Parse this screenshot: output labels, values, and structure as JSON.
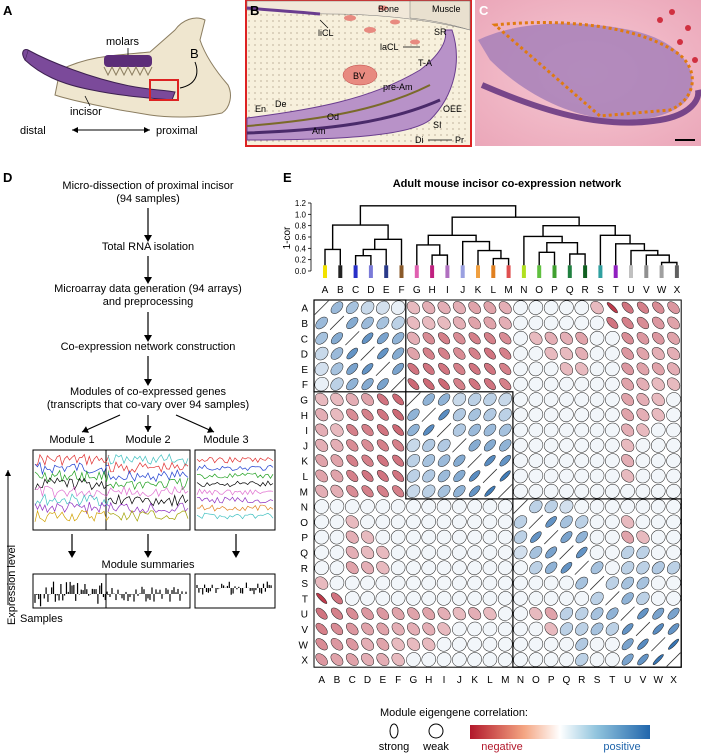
{
  "panels": {
    "a": {
      "letter": "A",
      "molars": "molars",
      "incisor": "incisor",
      "callout": "B",
      "distal": "distal",
      "proximal": "proximal"
    },
    "b": {
      "letter": "B",
      "labels": {
        "bone": "Bone",
        "muscle": "Muscle",
        "licl": "liCL",
        "lacl": "laCL",
        "sr": "SR",
        "ta": "T-A",
        "bv": "BV",
        "pream": "pre-Am",
        "en": "En",
        "de": "De",
        "od": "Od",
        "oee": "OEE",
        "am": "Am",
        "si": "SI",
        "di": "Di",
        "pr": "Pr"
      }
    },
    "c": {
      "letter": "C"
    },
    "d": {
      "letter": "D",
      "steps": {
        "s1a": "Micro-dissection of proximal incisor",
        "s1b": "(94 samples)",
        "s2": "Total RNA isolation",
        "s3a": "Microarray data generation (94 arrays)",
        "s3b": "and preprocessing",
        "s4": "Co-expression network construction",
        "s5a": "Modules of co-expressed genes",
        "s5b": "(transcripts that co-vary over 94 samples)"
      },
      "modules": [
        "Module 1",
        "Module 2",
        "Module 3"
      ],
      "summaries": "Module summaries",
      "ylabel": "Expression level",
      "xlabel": "Samples"
    },
    "e": {
      "letter": "E",
      "legend_title": "Module eigengene correlation:",
      "legend_strong": "strong",
      "legend_weak": "weak",
      "legend_negative": "negative",
      "legend_positive": "positive"
    }
  },
  "colors": {
    "negative": "#b2182b",
    "positive": "#2166ac",
    "incisor_purple": "#6a3d8f",
    "tissue_pink": "#e9a8b8",
    "orange_outline": "#e07a10"
  },
  "chart_data": [
    {
      "type": "dendrogram",
      "title": "Adult mouse incisor co-expression network",
      "ylabel": "1-cor",
      "ylim": [
        0,
        1.2
      ],
      "yticks": [
        "0.0",
        "0.2",
        "0.4",
        "0.6",
        "0.8",
        "1.0",
        "1.2"
      ],
      "leaves": [
        "A",
        "B",
        "C",
        "D",
        "E",
        "F",
        "G",
        "H",
        "I",
        "J",
        "K",
        "L",
        "M",
        "N",
        "O",
        "P",
        "Q",
        "R",
        "S",
        "T",
        "U",
        "V",
        "W",
        "X"
      ],
      "leaf_colors": [
        "#f2e200",
        "#222222",
        "#2830c8",
        "#7a7ad8",
        "#2a3a8a",
        "#8a5a2a",
        "#e060b0",
        "#c02080",
        "#b070c0",
        "#9aa0e0",
        "#f0a040",
        "#e08020",
        "#e05050",
        "#b0e020",
        "#60c040",
        "#40a030",
        "#208040",
        "#106020",
        "#30a0a0",
        "#9020c0",
        "#c0c0c0",
        "#909090",
        "#a0a0a0",
        "#606060"
      ],
      "merges": [
        {
          "a": "A",
          "b": "B",
          "h": 0.38
        },
        {
          "a": "C",
          "b": "D",
          "h": 0.27
        },
        {
          "a": "C-D",
          "b": "E",
          "h": 0.38
        },
        {
          "a": "C-E",
          "b": "F",
          "h": 0.56
        },
        {
          "a": "A-B",
          "b": "C-F",
          "h": 0.81
        },
        {
          "a": "H",
          "b": "I",
          "h": 0.28
        },
        {
          "a": "G",
          "b": "H-I",
          "h": 0.46
        },
        {
          "a": "L",
          "b": "M",
          "h": 0.22
        },
        {
          "a": "K",
          "b": "L-M",
          "h": 0.36
        },
        {
          "a": "J",
          "b": "K-M",
          "h": 0.52
        },
        {
          "a": "G-I",
          "b": "J-M",
          "h": 0.63
        },
        {
          "a": "O",
          "b": "P",
          "h": 0.33
        },
        {
          "a": "Q",
          "b": "R",
          "h": 0.3
        },
        {
          "a": "O-P",
          "b": "Q-R",
          "h": 0.5
        },
        {
          "a": "N",
          "b": "O-R",
          "h": 0.61
        },
        {
          "a": "W",
          "b": "X",
          "h": 0.15
        },
        {
          "a": "V",
          "b": "W-X",
          "h": 0.28
        },
        {
          "a": "U",
          "b": "V-X",
          "h": 0.36
        },
        {
          "a": "T",
          "b": "U-X",
          "h": 0.48
        },
        {
          "a": "S",
          "b": "T-X",
          "h": 0.63
        },
        {
          "a": "N-R",
          "b": "S-X",
          "h": 0.8
        },
        {
          "a": "G-M",
          "b": "N-X",
          "h": 0.95
        },
        {
          "a": "A-F",
          "b": "G-X",
          "h": 1.15
        }
      ]
    },
    {
      "type": "heatmap",
      "rows": [
        "A",
        "B",
        "C",
        "D",
        "E",
        "F",
        "G",
        "H",
        "I",
        "J",
        "K",
        "L",
        "M",
        "N",
        "O",
        "P",
        "Q",
        "R",
        "S",
        "T",
        "U",
        "V",
        "W",
        "X"
      ],
      "cols": [
        "A",
        "B",
        "C",
        "D",
        "E",
        "F",
        "G",
        "H",
        "I",
        "J",
        "K",
        "L",
        "M",
        "N",
        "O",
        "P",
        "Q",
        "R",
        "S",
        "T",
        "U",
        "V",
        "W",
        "X"
      ],
      "blocks": [
        [
          0,
          5
        ],
        [
          6,
          12
        ],
        [
          13,
          23
        ]
      ],
      "pos_pairs": [
        [
          0,
          1,
          0.45
        ],
        [
          0,
          2,
          0.4
        ],
        [
          0,
          3,
          0.25
        ],
        [
          0,
          4,
          0.2
        ],
        [
          0,
          5,
          0.1
        ],
        [
          1,
          2,
          0.55
        ],
        [
          1,
          3,
          0.45
        ],
        [
          1,
          4,
          0.4
        ],
        [
          1,
          5,
          0.3
        ],
        [
          2,
          3,
          0.7
        ],
        [
          2,
          4,
          0.6
        ],
        [
          2,
          5,
          0.5
        ],
        [
          3,
          4,
          0.7
        ],
        [
          3,
          5,
          0.55
        ],
        [
          4,
          5,
          0.6
        ],
        [
          6,
          7,
          0.5
        ],
        [
          6,
          8,
          0.5
        ],
        [
          6,
          9,
          0.25
        ],
        [
          6,
          10,
          0.3
        ],
        [
          6,
          11,
          0.3
        ],
        [
          6,
          12,
          0.25
        ],
        [
          7,
          8,
          0.75
        ],
        [
          7,
          9,
          0.35
        ],
        [
          7,
          10,
          0.4
        ],
        [
          7,
          11,
          0.35
        ],
        [
          7,
          12,
          0.3
        ],
        [
          8,
          9,
          0.35
        ],
        [
          8,
          10,
          0.45
        ],
        [
          8,
          11,
          0.45
        ],
        [
          8,
          12,
          0.4
        ],
        [
          9,
          10,
          0.55
        ],
        [
          9,
          11,
          0.55
        ],
        [
          9,
          12,
          0.5
        ],
        [
          10,
          11,
          0.75
        ],
        [
          10,
          12,
          0.7
        ],
        [
          11,
          12,
          0.85
        ],
        [
          14,
          15,
          0.7
        ],
        [
          15,
          16,
          0.6
        ],
        [
          16,
          17,
          0.7
        ],
        [
          14,
          16,
          0.4
        ],
        [
          14,
          17,
          0.3
        ],
        [
          15,
          17,
          0.5
        ],
        [
          13,
          14,
          0.3
        ],
        [
          13,
          15,
          0.3
        ],
        [
          13,
          16,
          0.2
        ],
        [
          17,
          18,
          0.4
        ],
        [
          18,
          19,
          0.3
        ],
        [
          18,
          20,
          0.4
        ],
        [
          18,
          21,
          0.4
        ],
        [
          19,
          20,
          0.5
        ],
        [
          19,
          21,
          0.3
        ],
        [
          20,
          21,
          0.7
        ],
        [
          20,
          22,
          0.6
        ],
        [
          20,
          23,
          0.6
        ],
        [
          21,
          22,
          0.75
        ],
        [
          21,
          23,
          0.7
        ],
        [
          22,
          23,
          0.9
        ],
        [
          16,
          20,
          0.3
        ],
        [
          16,
          21,
          0.3
        ],
        [
          17,
          20,
          0.3
        ],
        [
          17,
          21,
          0.3
        ],
        [
          17,
          22,
          0.35
        ],
        [
          17,
          23,
          0.3
        ]
      ],
      "neg_pairs": [
        [
          0,
          19,
          -0.85
        ],
        [
          1,
          19,
          -0.6
        ],
        [
          0,
          18,
          -0.3
        ],
        [
          0,
          20,
          -0.6
        ],
        [
          0,
          21,
          -0.55
        ],
        [
          0,
          22,
          -0.5
        ],
        [
          0,
          23,
          -0.45
        ],
        [
          1,
          20,
          -0.55
        ],
        [
          1,
          21,
          -0.5
        ],
        [
          1,
          22,
          -0.45
        ],
        [
          1,
          23,
          -0.4
        ],
        [
          2,
          20,
          -0.5
        ],
        [
          2,
          21,
          -0.45
        ],
        [
          2,
          22,
          -0.45
        ],
        [
          2,
          23,
          -0.4
        ],
        [
          3,
          20,
          -0.45
        ],
        [
          3,
          21,
          -0.4
        ],
        [
          3,
          22,
          -0.35
        ],
        [
          3,
          23,
          -0.35
        ],
        [
          4,
          20,
          -0.45
        ],
        [
          4,
          21,
          -0.4
        ],
        [
          4,
          22,
          -0.4
        ],
        [
          4,
          23,
          -0.35
        ],
        [
          5,
          20,
          -0.4
        ],
        [
          5,
          21,
          -0.35
        ],
        [
          5,
          22,
          -0.3
        ],
        [
          5,
          23,
          -0.3
        ],
        [
          2,
          6,
          -0.35
        ],
        [
          2,
          7,
          -0.5
        ],
        [
          2,
          8,
          -0.55
        ],
        [
          2,
          9,
          -0.5
        ],
        [
          2,
          10,
          -0.55
        ],
        [
          2,
          11,
          -0.55
        ],
        [
          2,
          12,
          -0.5
        ],
        [
          3,
          6,
          -0.4
        ],
        [
          3,
          7,
          -0.55
        ],
        [
          3,
          8,
          -0.55
        ],
        [
          3,
          9,
          -0.5
        ],
        [
          3,
          10,
          -0.55
        ],
        [
          3,
          11,
          -0.6
        ],
        [
          3,
          12,
          -0.55
        ],
        [
          4,
          6,
          -0.6
        ],
        [
          4,
          7,
          -0.6
        ],
        [
          4,
          8,
          -0.6
        ],
        [
          4,
          9,
          -0.55
        ],
        [
          4,
          10,
          -0.6
        ],
        [
          4,
          11,
          -0.6
        ],
        [
          4,
          12,
          -0.55
        ],
        [
          5,
          6,
          -0.65
        ],
        [
          5,
          7,
          -0.65
        ],
        [
          5,
          8,
          -0.65
        ],
        [
          5,
          9,
          -0.55
        ],
        [
          5,
          10,
          -0.6
        ],
        [
          5,
          11,
          -0.6
        ],
        [
          5,
          12,
          -0.55
        ],
        [
          0,
          6,
          -0.3
        ],
        [
          0,
          7,
          -0.35
        ],
        [
          0,
          8,
          -0.35
        ],
        [
          0,
          9,
          -0.35
        ],
        [
          0,
          10,
          -0.4
        ],
        [
          0,
          11,
          -0.4
        ],
        [
          0,
          12,
          -0.35
        ],
        [
          1,
          6,
          -0.3
        ],
        [
          1,
          7,
          -0.3
        ],
        [
          1,
          8,
          -0.3
        ],
        [
          1,
          9,
          -0.35
        ],
        [
          1,
          10,
          -0.4
        ],
        [
          1,
          11,
          -0.4
        ],
        [
          1,
          12,
          -0.35
        ],
        [
          2,
          14,
          -0.3
        ],
        [
          2,
          15,
          -0.35
        ],
        [
          2,
          16,
          -0.35
        ],
        [
          2,
          17,
          -0.4
        ],
        [
          3,
          15,
          -0.3
        ],
        [
          3,
          16,
          -0.3
        ],
        [
          3,
          17,
          -0.35
        ],
        [
          4,
          16,
          -0.3
        ],
        [
          4,
          17,
          -0.3
        ],
        [
          6,
          20,
          -0.4
        ],
        [
          7,
          20,
          -0.4
        ],
        [
          8,
          20,
          -0.35
        ],
        [
          9,
          20,
          -0.3
        ],
        [
          10,
          20,
          -0.35
        ],
        [
          11,
          20,
          -0.3
        ],
        [
          6,
          21,
          -0.35
        ],
        [
          7,
          21,
          -0.35
        ],
        [
          8,
          21,
          -0.3
        ],
        [
          6,
          22,
          -0.3
        ],
        [
          7,
          22,
          -0.3
        ],
        [
          15,
          20,
          -0.4
        ],
        [
          15,
          21,
          -0.3
        ],
        [
          14,
          20,
          -0.3
        ]
      ]
    }
  ]
}
